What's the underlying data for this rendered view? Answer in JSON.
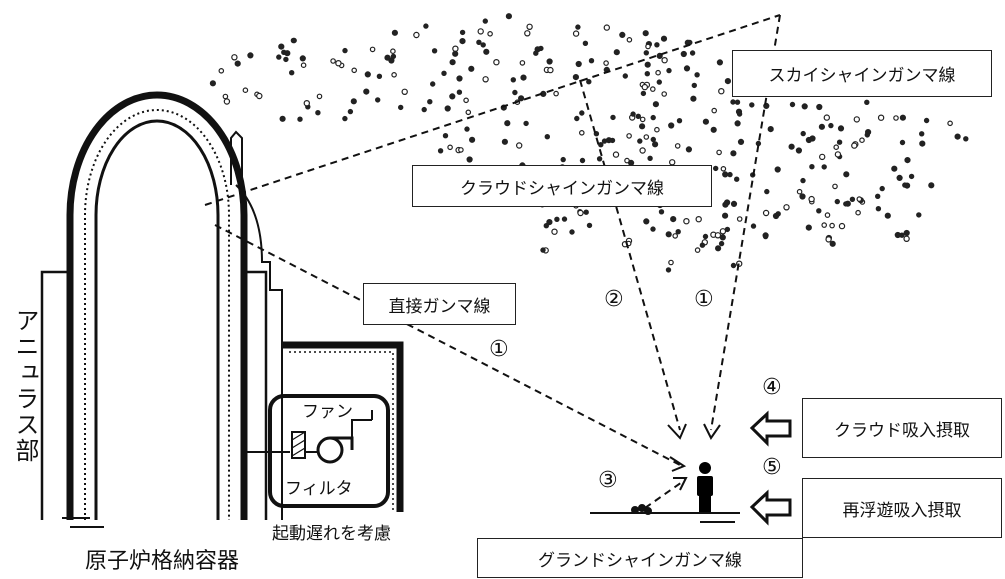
{
  "labels": {
    "annulus": "アニュラス部",
    "containment": "原子炉格納容器",
    "fan": "ファン",
    "filter": "フィルタ",
    "startup_delay": "起動遅れを考慮",
    "skyshine": "スカイシャインガンマ線",
    "cloudshine": "クラウドシャインガンマ線",
    "direct": "直接ガンマ線",
    "groundshine": "グランドシャインガンマ線",
    "cloud_inhalation": "クラウド吸入摂取",
    "resuspension_inhalation": "再浮遊吸入摂取"
  },
  "markers": {
    "m1_sky": "①",
    "m2_cloud": "②",
    "m1_direct": "①",
    "m3_ground": "③",
    "m4": "④",
    "m5": "⑤"
  }
}
